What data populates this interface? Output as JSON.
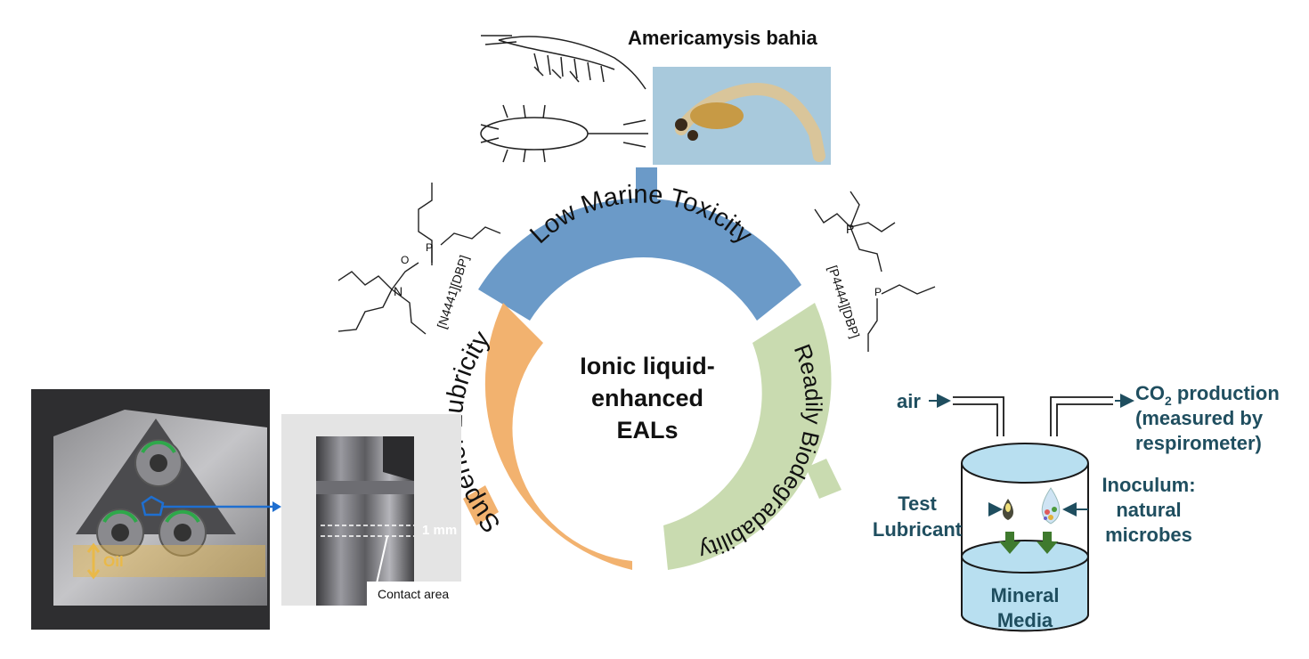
{
  "title": "Americamysis bahia",
  "center": {
    "line1": "Ionic liquid-",
    "line2": "enhanced",
    "line3": "EALs"
  },
  "segments": {
    "top": "Low Marine Toxicity",
    "left": "Superior Lubricity",
    "right": "Readily Biodegradability"
  },
  "chemicals": {
    "left_label": "[N4441][DBP]",
    "right_label": "[P4444][DBP]"
  },
  "rig": {
    "oil_label": "Oil",
    "gap_label": "1 mm",
    "contact_label": "Contact area"
  },
  "respirometer": {
    "air": "air",
    "co2_line1": "CO",
    "co2_sub": "2",
    "co2_line1_rest": " production",
    "co2_line2": "(measured by",
    "co2_line3": "respirometer)",
    "test_line1": "Test",
    "test_line2": "Lubricant",
    "inoc_line1": "Inoculum:",
    "inoc_line2": "natural",
    "inoc_line3": "microbes",
    "media_line1": "Mineral",
    "media_line2": "Media"
  },
  "colors": {
    "blue_segment": "#6b9ac8",
    "orange_segment": "#f2b26f",
    "green_segment": "#c9dbb0",
    "text_dark": "#1f4e5f",
    "beaker_fill": "#b8dff0",
    "beaker_stroke": "#1a1a1a",
    "arrow_green": "#3f7a2e",
    "callout_blue": "#1f6fd0",
    "oil_yellow": "#e9b949"
  }
}
